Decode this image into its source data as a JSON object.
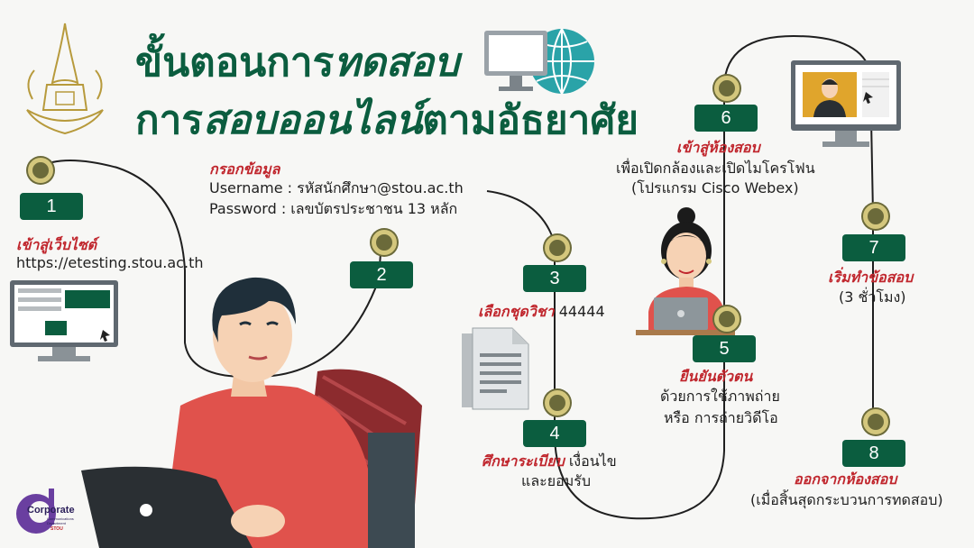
{
  "title": {
    "line1_prefix": "ขั้นตอนการ",
    "line1_emph": "ทดสอบ",
    "line2_prefix": "การ",
    "line2_emph": "สอบออนไลน์",
    "line2_suffix": "ตามอัธยาศัย"
  },
  "steps": [
    {
      "num": "1",
      "label": "เข้าสู่เว็บไซต์",
      "text": [
        "https://etesting.stou.ac.th"
      ]
    },
    {
      "num": "2",
      "label": "กรอกข้อมูล",
      "text": [
        "Username  :  รหัสนักศึกษา@stou.ac.th",
        "Password   :  เลขบัตรประชาชน 13 หลัก"
      ]
    },
    {
      "num": "3",
      "label": "เลือกชุดวิชา",
      "text": [
        "44444"
      ]
    },
    {
      "num": "4",
      "label": "ศึกษาระเบียบ",
      "text": [
        "เงื่อนไข",
        "และยอมรับ"
      ]
    },
    {
      "num": "5",
      "label": "ยืนยันตัวตน",
      "text": [
        "ด้วยการใช้ภาพถ่าย",
        "หรือ  การถ่ายวิดีโอ"
      ]
    },
    {
      "num": "6",
      "label": "เข้าสู่ห้องสอบ",
      "text": [
        "เพื่อเปิดกล้องและเปิดไมโครโฟน",
        "(โปรแกรม Cisco Webex)"
      ]
    },
    {
      "num": "7",
      "label": "เริ่มทำข้อสอบ",
      "text": [
        "(3 ชั่วโมง)"
      ]
    },
    {
      "num": "8",
      "label": "ออกจากห้องสอบ",
      "text": [
        "(เมื่อสิ้นสุดกระบวนการทดสอบ)"
      ]
    }
  ],
  "logo_corporate": {
    "main": "Corporate",
    "sub": "Communications Department",
    "tag": "STOU"
  },
  "colors": {
    "green": "#0b5d3f",
    "red": "#c0262d",
    "gold": "#d4c77d",
    "path": "#1f1f1f"
  }
}
